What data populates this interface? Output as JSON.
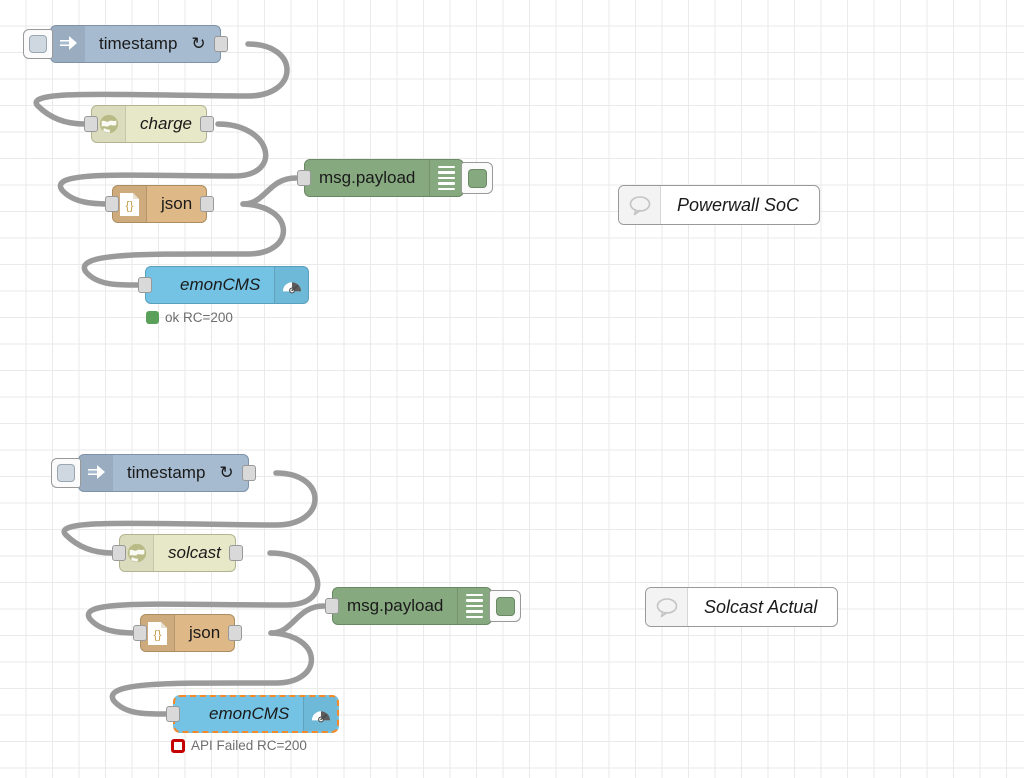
{
  "editor": {
    "name": "node-red-flow-editor",
    "background": "#ffffff",
    "grid_color": "#eaeaea",
    "wire_color": "#9a9a9a",
    "selection_color": "#f2892a"
  },
  "flows": [
    {
      "id": "powerwall-soc",
      "comment": {
        "label": "Powerwall SoC",
        "icon": "comment-icon"
      },
      "nodes": {
        "inject": {
          "label": "timestamp",
          "suffix": "↻",
          "icon": "inject-arrow-icon",
          "button": "inject-button",
          "color": "#a6bbcf"
        },
        "http": {
          "label": "charge",
          "icon": "globe-icon",
          "color": "#e7e8c8"
        },
        "json": {
          "label": "json",
          "icon": "json-braces-icon",
          "color": "#deb887"
        },
        "debug": {
          "label": "msg.payload",
          "icon": "debug-lines-icon",
          "button": "debug-toggle-button",
          "color": "#87a980"
        },
        "emoncms": {
          "label": "emonCMS",
          "icon": "gauge-icon",
          "color": "#74c3e4",
          "selected": false
        }
      },
      "status": {
        "text": "ok RC=200",
        "state": "ok",
        "color": "#5aa05a"
      }
    },
    {
      "id": "solcast-actual",
      "comment": {
        "label": "Solcast Actual",
        "icon": "comment-icon"
      },
      "nodes": {
        "inject": {
          "label": "timestamp",
          "suffix": "↻",
          "icon": "inject-arrow-icon",
          "button": "inject-button",
          "color": "#a6bbcf"
        },
        "http": {
          "label": "solcast",
          "icon": "globe-icon",
          "color": "#e7e8c8"
        },
        "json": {
          "label": "json",
          "icon": "json-braces-icon",
          "color": "#deb887"
        },
        "debug": {
          "label": "msg.payload",
          "icon": "debug-lines-icon",
          "button": "debug-toggle-button",
          "color": "#87a980"
        },
        "emoncms": {
          "label": "emonCMS",
          "icon": "gauge-icon",
          "color": "#74c3e4",
          "selected": true
        }
      },
      "status": {
        "text": "API Failed RC=200",
        "state": "error",
        "color": "#c40000"
      }
    }
  ]
}
